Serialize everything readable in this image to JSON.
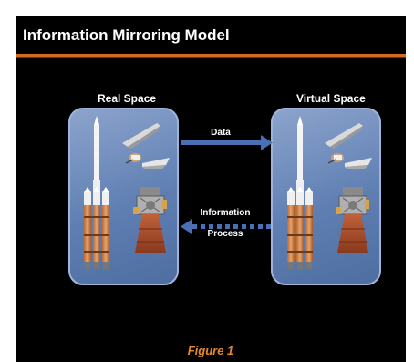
{
  "slide": {
    "title": "Information Mirroring Model",
    "left_label": "Real Space",
    "right_label": "Virtual Space",
    "arrow_top_label": "Data",
    "arrow_bottom_label_line1": "Information",
    "arrow_bottom_label_line2": "Process",
    "caption": "Figure 1"
  },
  "colors": {
    "background": "#000000",
    "accent_orange": "#d2691e",
    "caption_orange": "#e8872e",
    "panel_blue": "#6f8fc0",
    "arrow_blue": "#4a6fb5"
  },
  "icons": [
    "rocket-icon",
    "satellite-icon",
    "rocket-engine-icon"
  ]
}
